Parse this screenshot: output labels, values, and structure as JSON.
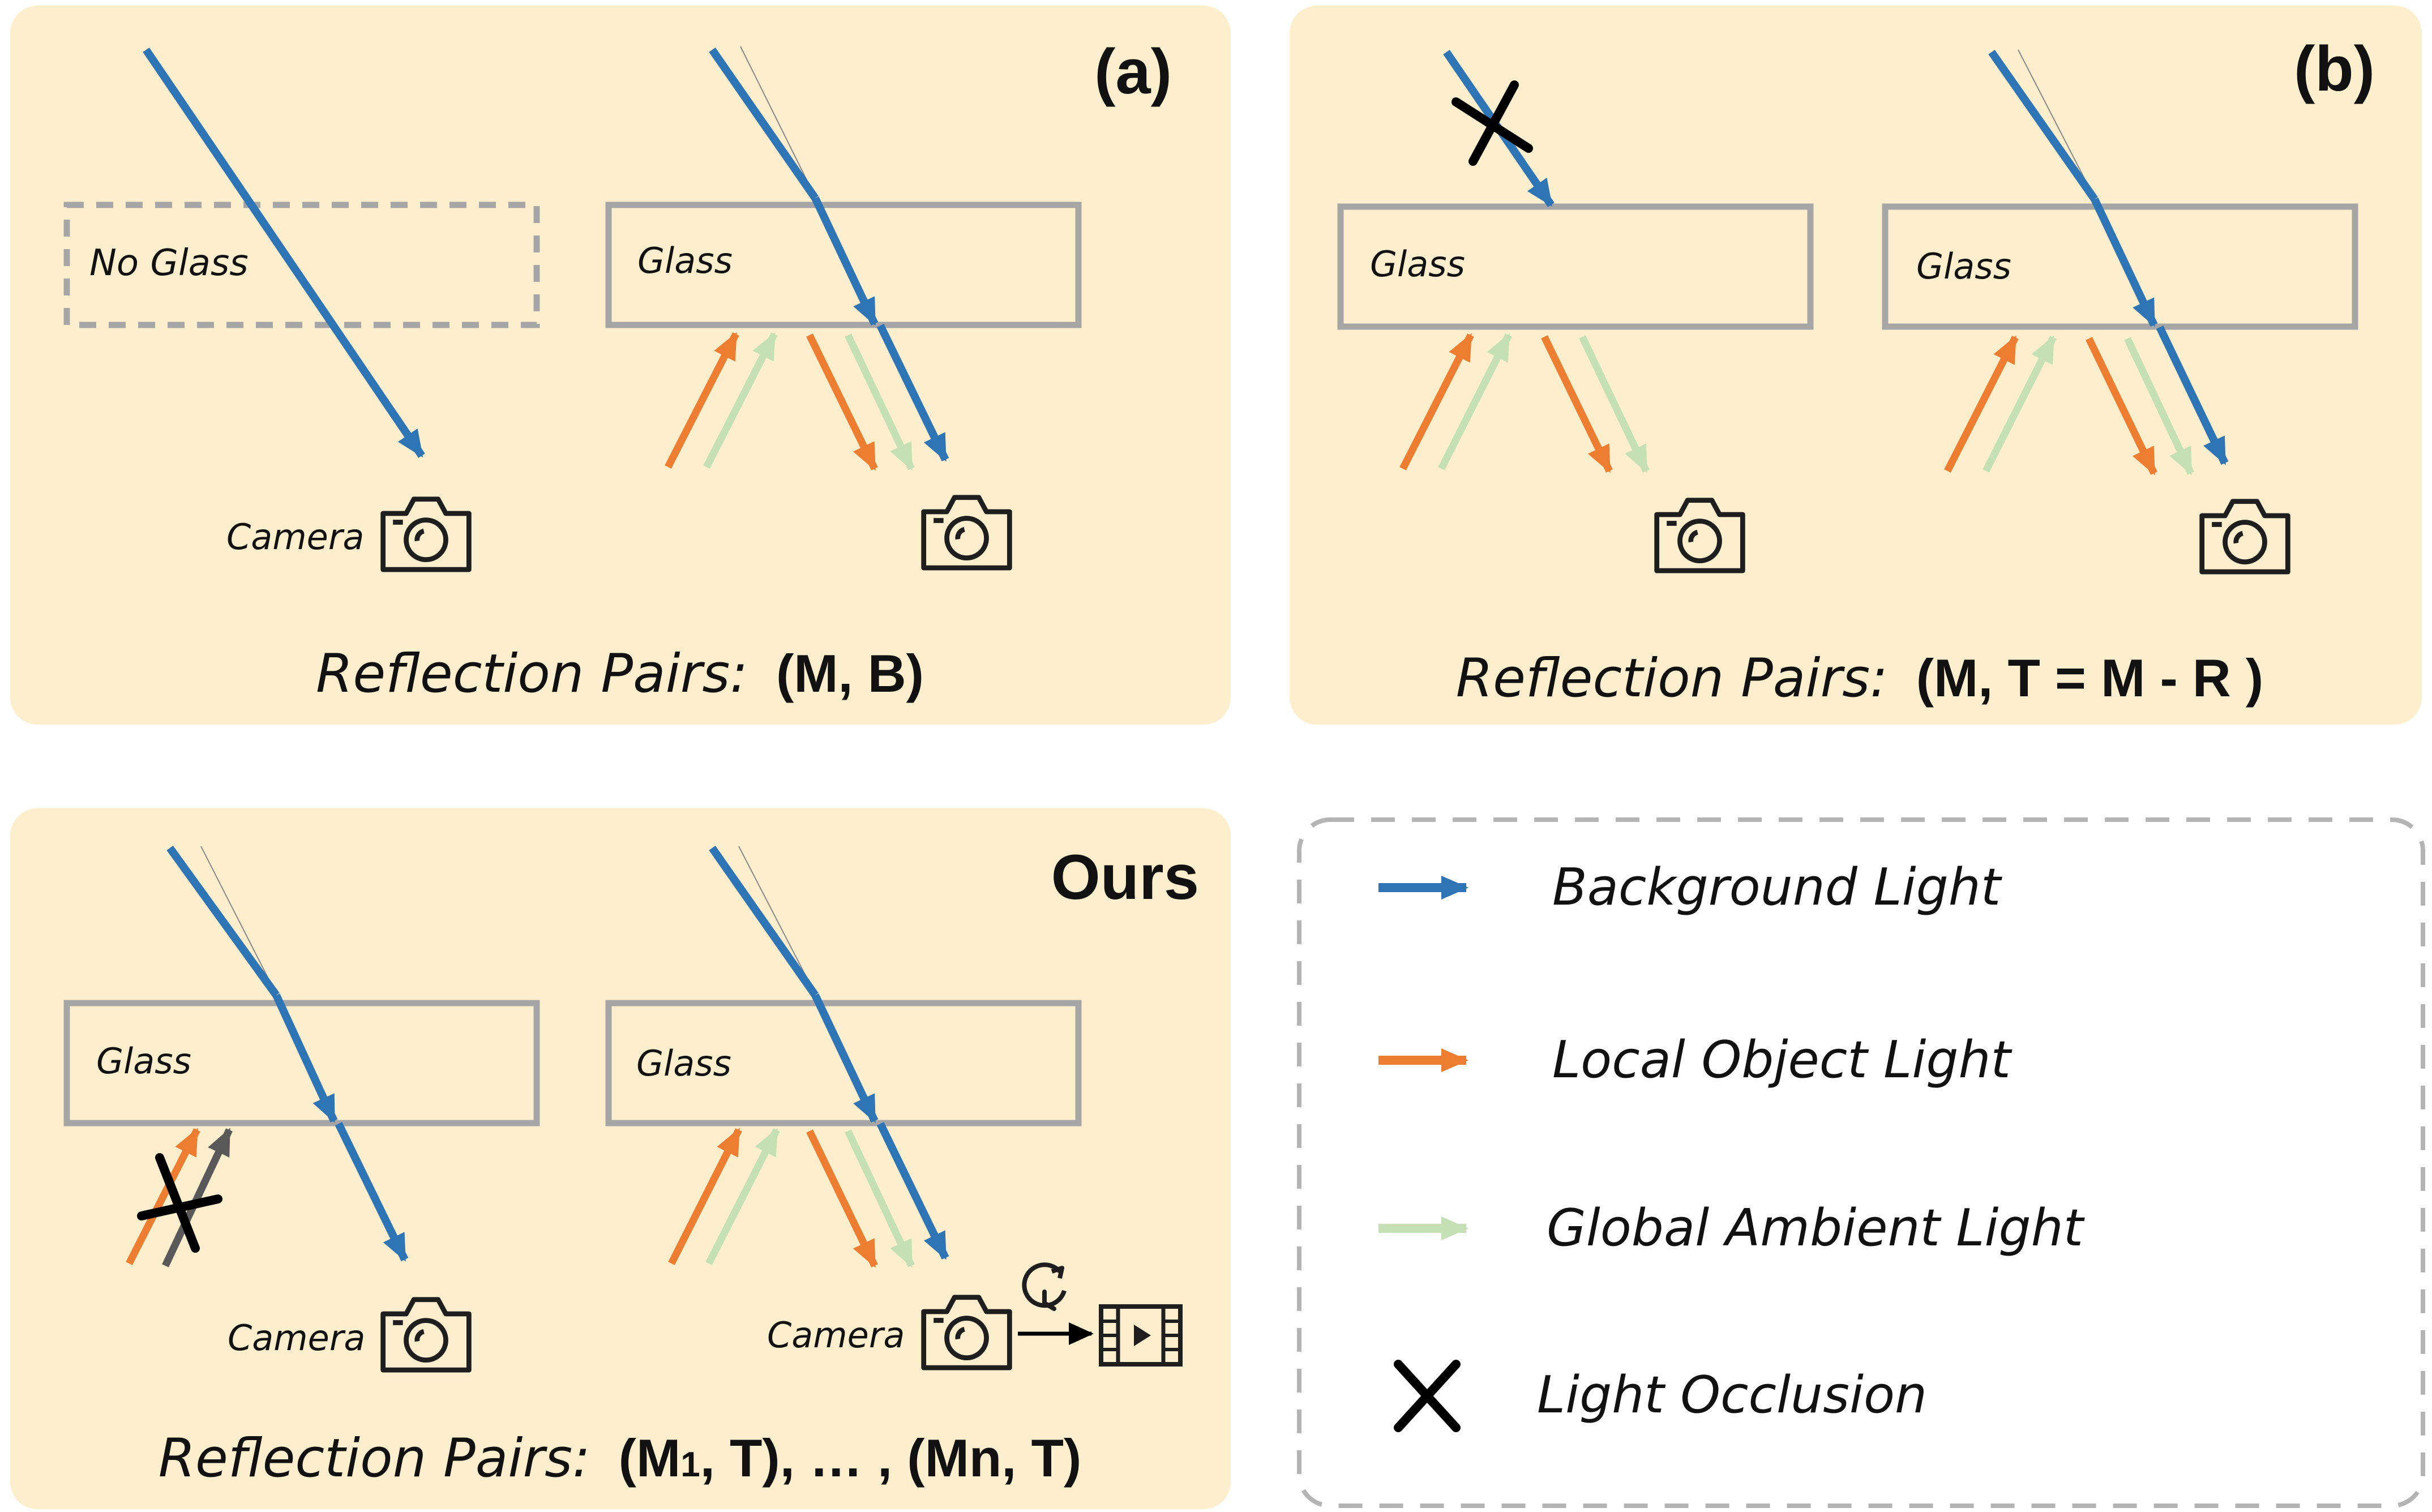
{
  "panels": {
    "a": {
      "tag": "(a)",
      "left_box_label": "No Glass",
      "right_box_label": "Glass",
      "camera_label": "Camera",
      "pairs_prefix": "Reflection Pairs",
      "pairs_value": "(M, B)"
    },
    "b": {
      "tag": "(b)",
      "left_box_label": "Glass",
      "right_box_label": "Glass",
      "pairs_prefix": "Reflection Pairs",
      "pairs_value": "(M, T = M - R )"
    },
    "ours": {
      "tag": "Ours",
      "left_box_label": "Glass",
      "right_box_label": "Glass",
      "left_camera_label": "Camera",
      "right_camera_label": "Camera",
      "pairs_prefix": "Reflection Pairs",
      "pairs_value_start": "(M",
      "pairs_subscript": "1",
      "pairs_value_end": ", T), … , (Mn, T)"
    }
  },
  "legend": {
    "items": [
      {
        "label": "Background Light",
        "icon": "blue-arrow",
        "color": "#2e75b6"
      },
      {
        "label": "Local Object Light",
        "icon": "orange-arrow",
        "color": "#ed7d31"
      },
      {
        "label": "Global Ambient Light",
        "icon": "light-green-arrow",
        "color": "#c5e0b4"
      },
      {
        "label": "Light Occlusion",
        "icon": "x-mark",
        "color": "#000000"
      }
    ]
  },
  "colors": {
    "background_light": "#2e75b6",
    "local_object_light": "#ed7d31",
    "global_ambient_light": "#c5e0b4",
    "panel_fill": "#fdefcd",
    "glass_stroke": "#a6a6a6"
  }
}
